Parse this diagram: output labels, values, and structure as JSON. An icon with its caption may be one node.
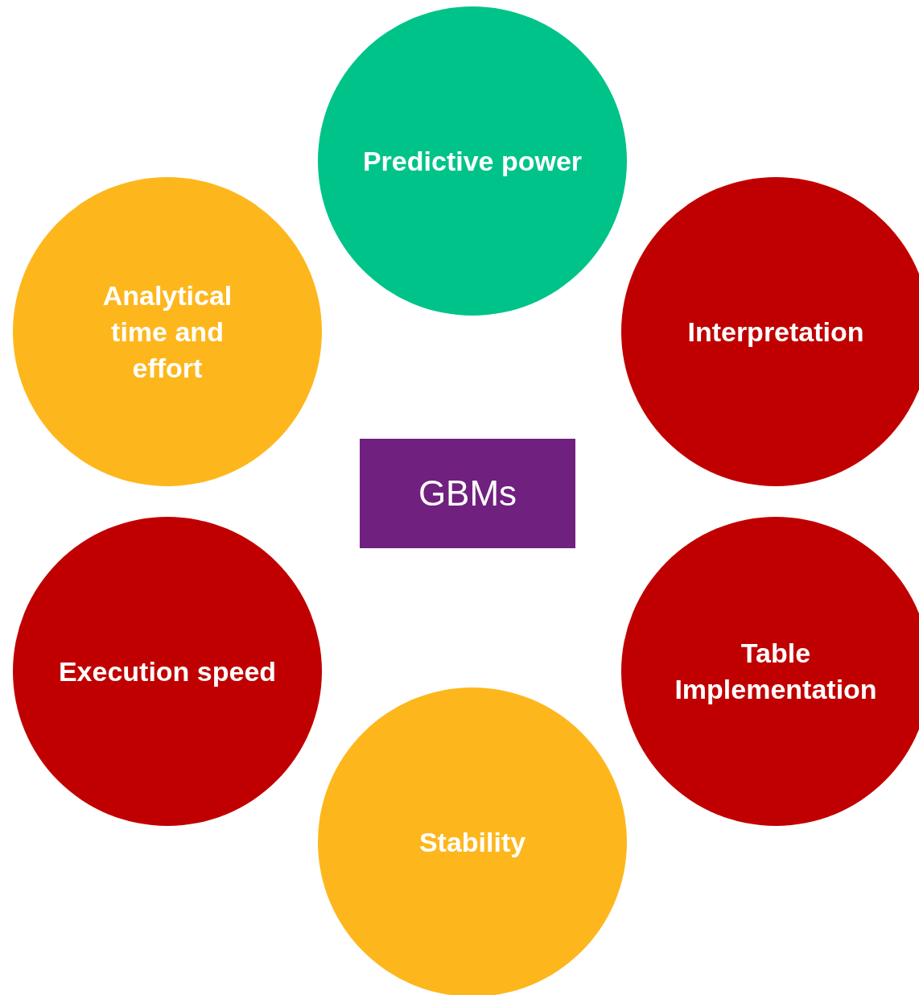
{
  "diagram": {
    "nodes": [
      {
        "text": [
          "Predictive power"
        ]
      },
      {
        "text": [
          "Analytical time and effort"
        ]
      },
      {
        "text": [
          "Interpretation"
        ]
      },
      {
        "text": [
          "GBMs"
        ]
      },
      {
        "text": [
          "Execution speed"
        ]
      },
      {
        "text": [
          "Table Implementation"
        ]
      },
      {
        "text": [
          "Stability"
        ]
      }
    ]
  }
}
